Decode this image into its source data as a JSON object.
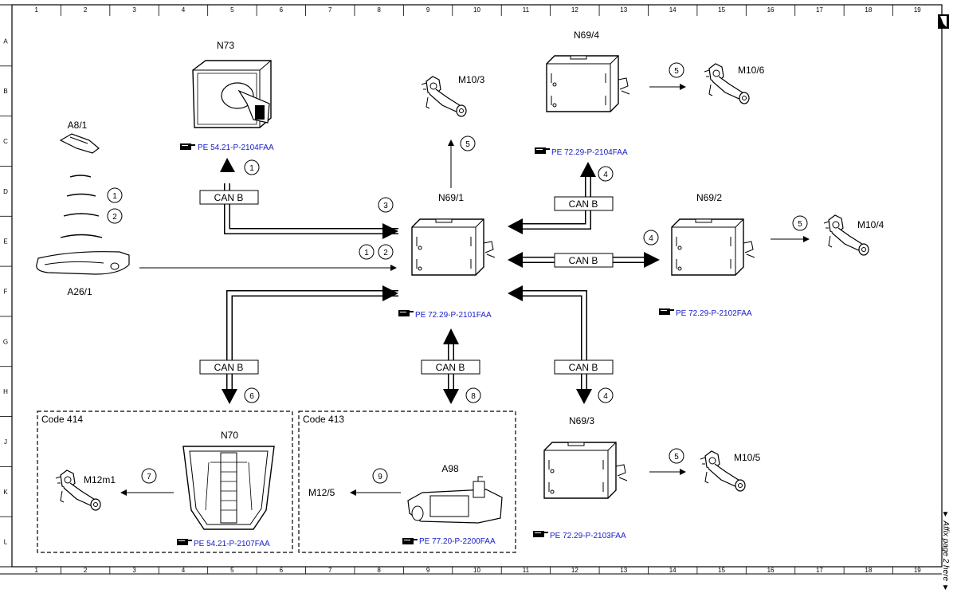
{
  "grid": {
    "columns": [
      "1",
      "2",
      "3",
      "4",
      "5",
      "6",
      "7",
      "8",
      "9",
      "10",
      "11",
      "12",
      "13",
      "14",
      "15",
      "16",
      "17",
      "18",
      "19"
    ],
    "rows": [
      "A",
      "B",
      "C",
      "D",
      "E",
      "F",
      "G",
      "H",
      "J",
      "K",
      "L"
    ]
  },
  "components": {
    "n73": "N73",
    "a8_1": "A8/1",
    "a26_1": "A26/1",
    "m10_3": "M10/3",
    "n69_4": "N69/4",
    "m10_6": "M10/6",
    "n69_1": "N69/1",
    "n69_2": "N69/2",
    "m10_4": "M10/4",
    "n69_3": "N69/3",
    "m10_5": "M10/5",
    "n70": "N70",
    "m12m1": "M12m1",
    "a98": "A98",
    "m12_5": "M12/5"
  },
  "refs": {
    "n73": "PE 54.21-P-2104FAA",
    "n69_4": "PE 72.29-P-2104FAA",
    "n69_1": "PE 72.29-P-2101FAA",
    "n69_2": "PE 72.29-P-2102FAA",
    "n69_3": "PE 72.29-P-2103FAA",
    "n70": "PE 54.21-P-2107FAA",
    "a98": "PE 77.20-P-2200FAA"
  },
  "bus": {
    "can_b": "CAN B"
  },
  "codes": {
    "code414": "Code 414",
    "code413": "Code 413"
  },
  "circles": {
    "c1": "1",
    "c2": "2",
    "c3": "3",
    "c4": "4",
    "c5": "5",
    "c6": "6",
    "c7": "7",
    "c8": "8",
    "c9": "9"
  },
  "side_note": "▼ Affix page 2 here ▼",
  "icons": {
    "ref_pointer": "hand-pointer-icon",
    "corner": "page-corner-icon"
  },
  "colors": {
    "ref_text": "#1b20c8",
    "line": "#000000"
  }
}
